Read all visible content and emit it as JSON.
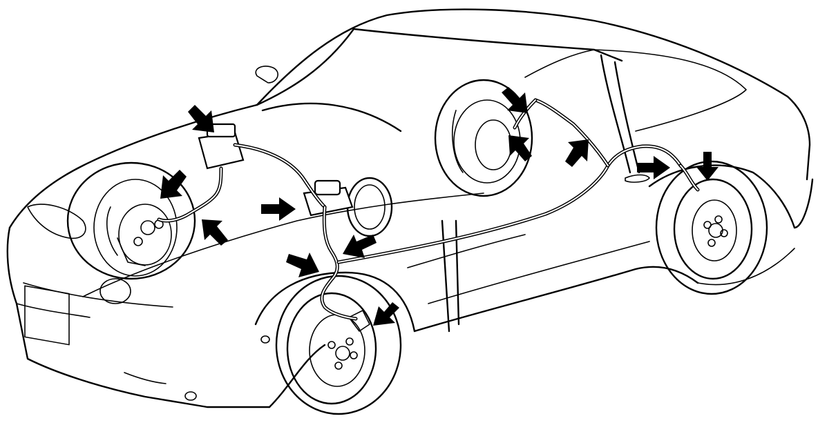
{
  "diagram": {
    "type": "line-drawing",
    "subject": "car-brake-line-layout",
    "colors": {
      "line": "#000000",
      "background": "#ffffff",
      "arrow": "#000000"
    },
    "arrows": [
      {
        "id": "arrow-actuator",
        "points_to": "abs-actuator"
      },
      {
        "id": "arrow-front-right-caliper",
        "points_to": "front-right-brake"
      },
      {
        "id": "arrow-front-right-line",
        "points_to": "front-right-brake-line"
      },
      {
        "id": "arrow-master-cylinder",
        "points_to": "master-cylinder"
      },
      {
        "id": "arrow-front-left-line-upper",
        "points_to": "front-left-brake-line"
      },
      {
        "id": "arrow-front-left-line-lower",
        "points_to": "front-left-brake-line"
      },
      {
        "id": "arrow-front-left-caliper",
        "points_to": "front-left-brake"
      },
      {
        "id": "arrow-rear-right-line-upper",
        "points_to": "rear-right-brake-line"
      },
      {
        "id": "arrow-rear-right-caliper",
        "points_to": "rear-right-brake"
      },
      {
        "id": "arrow-rear-right-junction",
        "points_to": "rear-brake-line-junction"
      },
      {
        "id": "arrow-rear-left-line",
        "points_to": "rear-left-brake-line"
      },
      {
        "id": "arrow-rear-left-caliper",
        "points_to": "rear-left-brake"
      }
    ]
  }
}
